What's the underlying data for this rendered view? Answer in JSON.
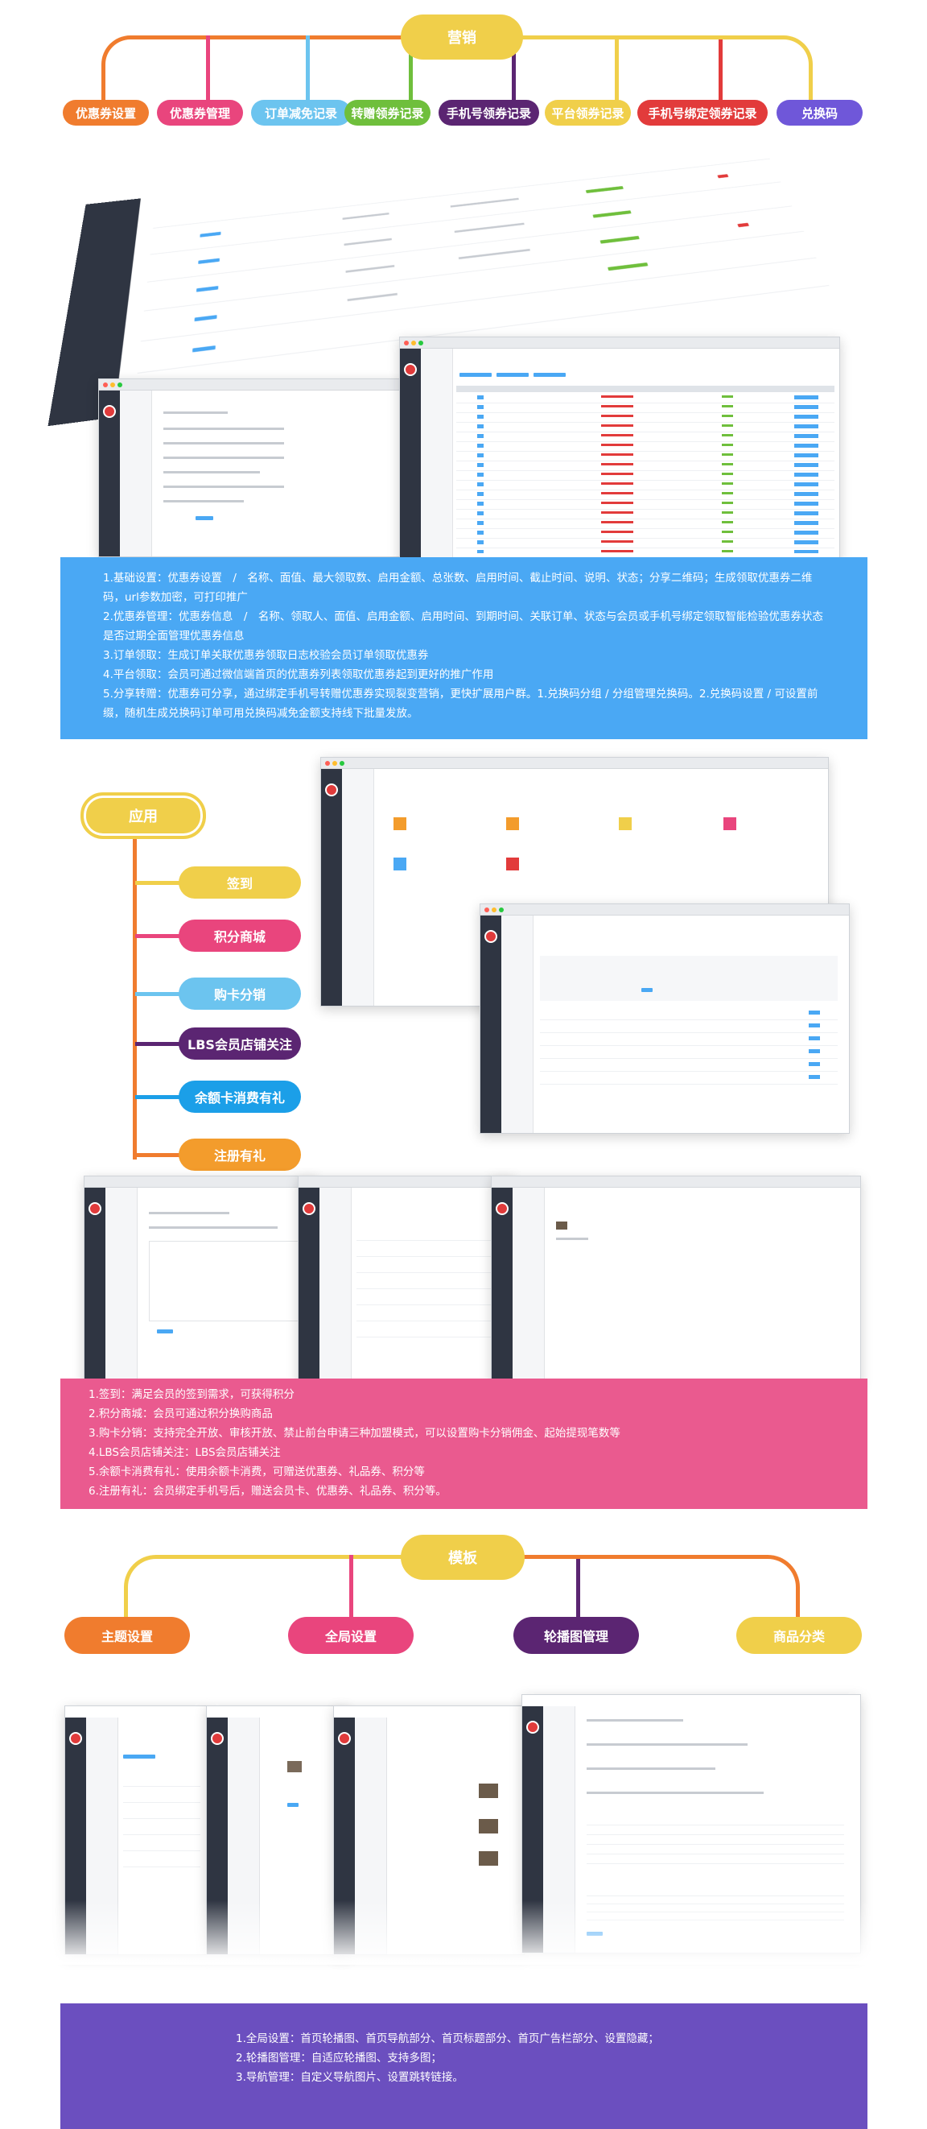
{
  "marketing": {
    "title": "营销",
    "items": [
      "优惠券设置",
      "优惠券管理",
      "订单减免记录",
      "转赠领券记录",
      "手机号领券记录",
      "平台领券记录",
      "手机号绑定领券记录",
      "兑换码"
    ],
    "desc": [
      "1.基础设置：优惠券设置　/　名称、面值、最大领取数、启用金额、总张数、启用时间、截止时间、说明、状态；分享二维码；生成领取优惠券二维",
      "码，url参数加密，可打印推广",
      "2.优惠券管理：优惠券信息　/　名称、领取人、面值、启用金额、启用时间、到期时间、关联订单、状态与会员或手机号绑定领取智能检验优惠券状态",
      "是否过期全面管理优惠券信息",
      "3.订单领取：生成订单关联优惠券领取日志校验会员订单领取优惠券",
      "4.平台领取：会员可通过微信端首页的优惠券列表领取优惠券起到更好的推广作用",
      "5.分享转赠：优惠券可分享，通过绑定手机号转赠优惠券实现裂变营销，更快扩展用户群。1.兑换码分组 / 分组管理兑换码。2.兑换码设置 / 可设置前",
      "缀，随机生成兑换码订单可用兑换码减免金额支持线下批量发放。"
    ]
  },
  "apps": {
    "title": "应用",
    "items": [
      "签到",
      "积分商城",
      "购卡分销",
      "LBS会员店铺关注",
      "余额卡消费有礼",
      "注册有礼"
    ],
    "desc": [
      "1.签到：满足会员的签到需求，可获得积分",
      "2.积分商城：会员可通过积分换购商品",
      "3.购卡分销：支持完全开放、审核开放、禁止前台申请三种加盟模式，可以设置购卡分销佣金、起始提现笔数等",
      "4.LBS会员店铺关注：LBS会员店铺关注",
      "5.余额卡消费有礼：使用余额卡消费，可赠送优惠券、礼品券、积分等",
      "6.注册有礼：会员绑定手机号后，赠送会员卡、优惠券、礼品券、积分等。"
    ]
  },
  "template": {
    "title": "模板",
    "items": [
      "主题设置",
      "全局设置",
      "轮播图管理",
      "商品分类"
    ],
    "desc": [
      "1.全局设置：首页轮播图、首页导航部分、首页标题部分、首页广告栏部分、设置隐藏；",
      "2.轮播图管理：自适应轮播图、支持多图；",
      "3.导航管理：自定义导航图片、设置跳转链接。"
    ]
  },
  "colors": {
    "orange": "#f07c2e",
    "pink": "#e9457d",
    "sky": "#6cc4ef",
    "green": "#6fbf3c",
    "purple": "#5b2572",
    "yellow": "#f0cf4a",
    "red": "#e23b3b",
    "violet": "#6f57d9",
    "blueBox": "#4aa8f4",
    "pinkBox": "#ea5a8f",
    "purpleBox": "#6b4fbf"
  }
}
